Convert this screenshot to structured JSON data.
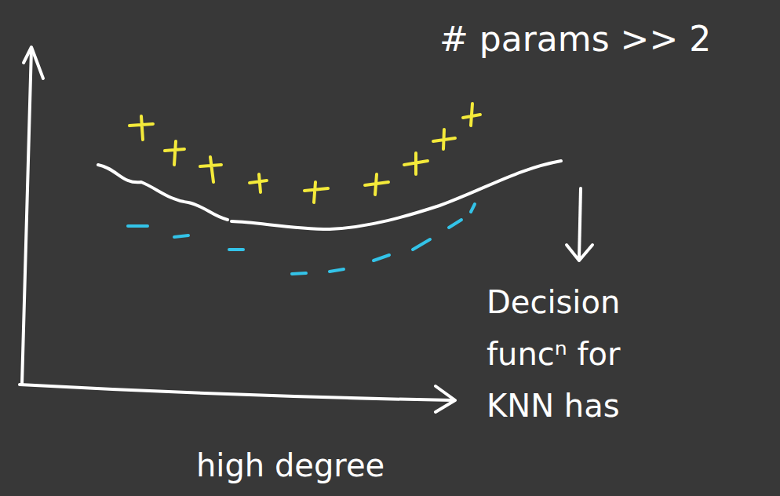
{
  "diagram": {
    "labels": [
      "# params >> 2",
      "Decision funcⁿ for KNN has",
      "high degree"
    ]
  }
}
